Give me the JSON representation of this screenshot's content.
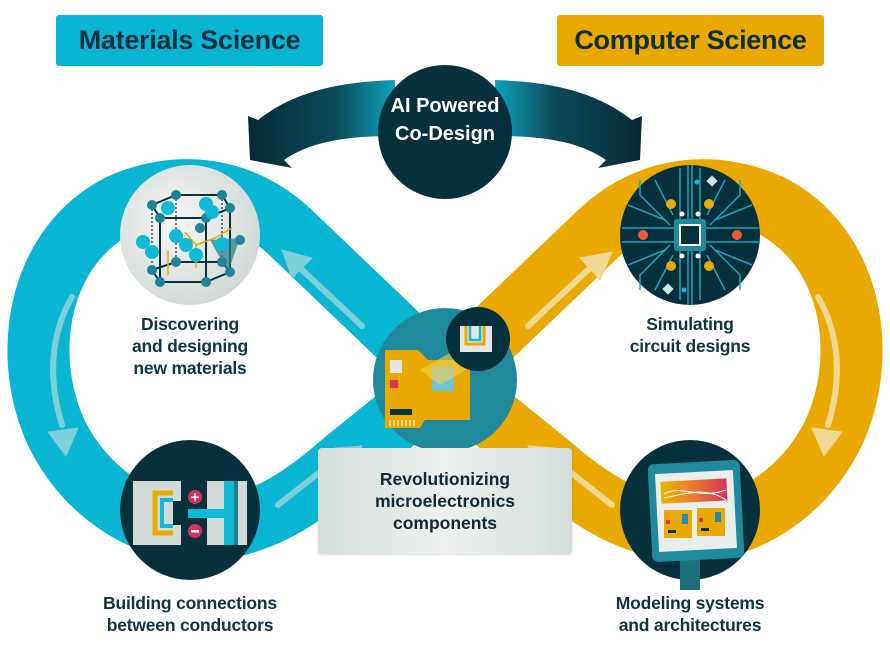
{
  "diagram": {
    "type": "infinity-loop-cycle",
    "colors": {
      "materials_accent": "#08b5d3",
      "computer_accent": "#e9a900",
      "dark_navy": "#07303d",
      "teal_center": "#1e8a9c",
      "arrow_light_blue": "#7fcfd8",
      "arrow_light_gold": "#efd892",
      "text_dark": "#0d3542"
    }
  },
  "headers": {
    "left": {
      "label": "Materials Science",
      "color": "#08b5d3"
    },
    "right": {
      "label": "Computer Science",
      "color": "#e9a900"
    }
  },
  "hub": {
    "line1": "AI Powered",
    "line2": "Co-Design",
    "icon": "curved-double-arrow-icon"
  },
  "nodes": [
    {
      "id": "discover",
      "icon": "crystal-lattice-icon",
      "lines": [
        "Discovering",
        "and designing",
        "new materials"
      ],
      "side": "materials"
    },
    {
      "id": "connect",
      "icon": "conductor-connection-icon",
      "lines": [
        "Building connections",
        "between conductors"
      ],
      "side": "materials"
    },
    {
      "id": "simulate",
      "icon": "circuit-chip-icon",
      "lines": [
        "Simulating",
        "circuit designs"
      ],
      "side": "computer"
    },
    {
      "id": "model",
      "icon": "monitor-display-icon",
      "lines": [
        "Modeling systems",
        "and architectures"
      ],
      "side": "computer"
    }
  ],
  "center": {
    "icon": "microelectronics-board-icon",
    "lines": [
      "Revolutionizing",
      "microelectronics",
      "components"
    ]
  }
}
